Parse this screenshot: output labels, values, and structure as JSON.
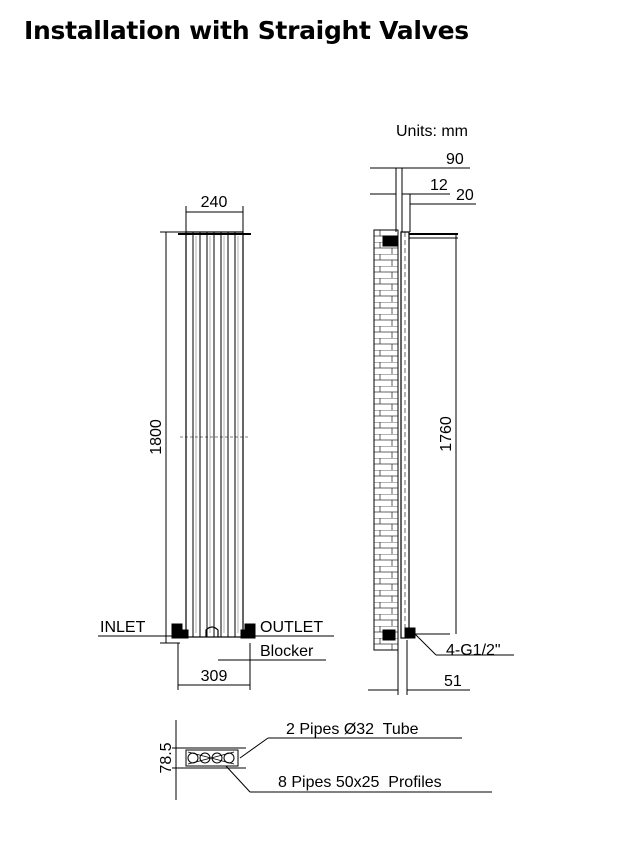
{
  "title": "Installation with Straight Valves",
  "units": "Units: mm",
  "front_view": {
    "width_label": "240",
    "height_label": "1800",
    "inlet_label": "INLET",
    "outlet_label": "OUTLET",
    "blocker_label": "Blocker",
    "valve_span_label": "309"
  },
  "side_view": {
    "depth_label": "90",
    "gap_label": "12",
    "offset_label": "20",
    "height_label": "1760",
    "thread_label": "4-G1/2\"",
    "bottom_label": "51"
  },
  "cross_section": {
    "height_label": "78.5",
    "pipes_label": "2 Pipes Ø32  Tube",
    "profiles_label": "8 Pipes 50x25  Profiles"
  }
}
